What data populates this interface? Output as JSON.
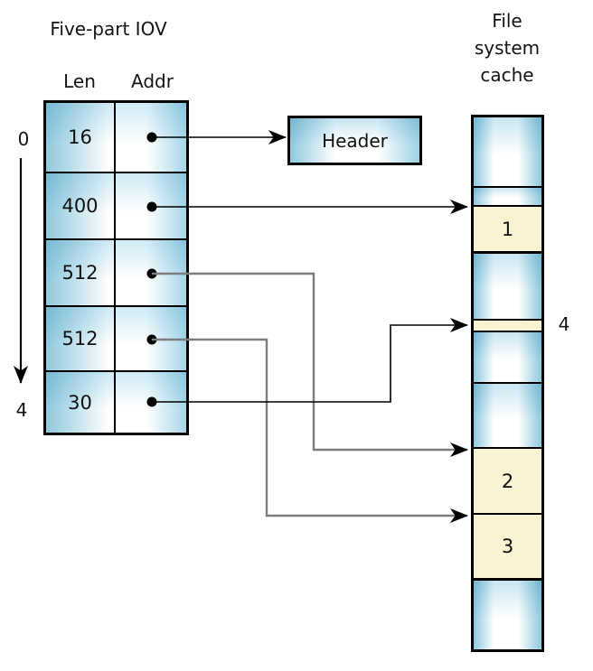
{
  "diagram_title": "Five-part IOV",
  "iov_table": {
    "column_headers": {
      "len": "Len",
      "addr": "Addr"
    },
    "rows": [
      {
        "len": "16"
      },
      {
        "len": "400"
      },
      {
        "len": "512"
      },
      {
        "len": "512"
      },
      {
        "len": "30"
      }
    ],
    "index_start_label": "0",
    "index_end_label": "4"
  },
  "header_box": {
    "label": "Header"
  },
  "file_system_cache": {
    "title_lines": [
      "File",
      "system",
      "cache"
    ],
    "blocks": [
      {
        "label": "",
        "filled": false
      },
      {
        "label": "",
        "filled": false
      },
      {
        "label": "1",
        "filled": true
      },
      {
        "label": "",
        "filled": false
      },
      {
        "label": "",
        "filled": true
      },
      {
        "label": "",
        "filled": false
      },
      {
        "label": "",
        "filled": false
      },
      {
        "label": "2",
        "filled": true
      },
      {
        "label": "3",
        "filled": true
      },
      {
        "label": "",
        "filled": false
      }
    ],
    "thin_block_outside_label": "4"
  },
  "connections": [
    {
      "from": "iov-row-1-addr",
      "to": "header-box"
    },
    {
      "from": "iov-row-2-addr",
      "to": "cache-buffer-1"
    },
    {
      "from": "iov-row-3-addr",
      "to": "cache-buffer-2"
    },
    {
      "from": "iov-row-4-addr",
      "to": "cache-buffer-3"
    },
    {
      "from": "iov-row-5-addr",
      "to": "cache-buffer-4"
    }
  ],
  "colors": {
    "block_blue": "#8fc9dd",
    "block_yellow": "#fbf4d3",
    "connector_gray": "#7d7d7d",
    "connector_black": "#000000"
  }
}
